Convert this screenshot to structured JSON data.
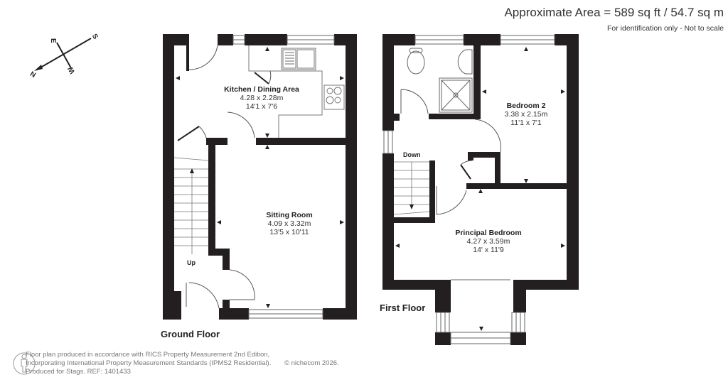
{
  "header": {
    "area": "Approximate Area = 589 sq ft / 54.7 sq m",
    "note": "For identification only - Not to scale"
  },
  "compass": {
    "labels": {
      "north": "N",
      "south": "S",
      "east": "E",
      "west": "W"
    }
  },
  "floors": [
    {
      "label": "Ground Floor",
      "rooms": [
        {
          "name": "Kitchen / Dining Area",
          "metric": "4.28 x 2.28m",
          "imperial": "14'1 x 7'6"
        },
        {
          "name": "Sitting Room",
          "metric": "4.09 x 3.32m",
          "imperial": "13'5 x 10'11"
        }
      ],
      "stairs_label": "Up"
    },
    {
      "label": "First Floor",
      "rooms": [
        {
          "name": "Bedroom 2",
          "metric": "3.38 x 2.15m",
          "imperial": "11'1 x 7'1"
        },
        {
          "name": "Principal Bedroom",
          "metric": "4.27 x 3.59m",
          "imperial": "14' x 11'9"
        }
      ],
      "stairs_label": "Down"
    }
  ],
  "footer": {
    "line1": "Floor plan produced in accordance with RICS Property Measurement 2nd Edition,",
    "line2": "Incorporating International Property Measurement Standards (IPMS2 Residential).",
    "line3": "Produced for Stags.   REF: 1401433",
    "copyright": "© nichecom 2026."
  },
  "colors": {
    "wall": "#231f20",
    "line": "#555555",
    "text": "#222222",
    "footer_text": "#777777"
  }
}
